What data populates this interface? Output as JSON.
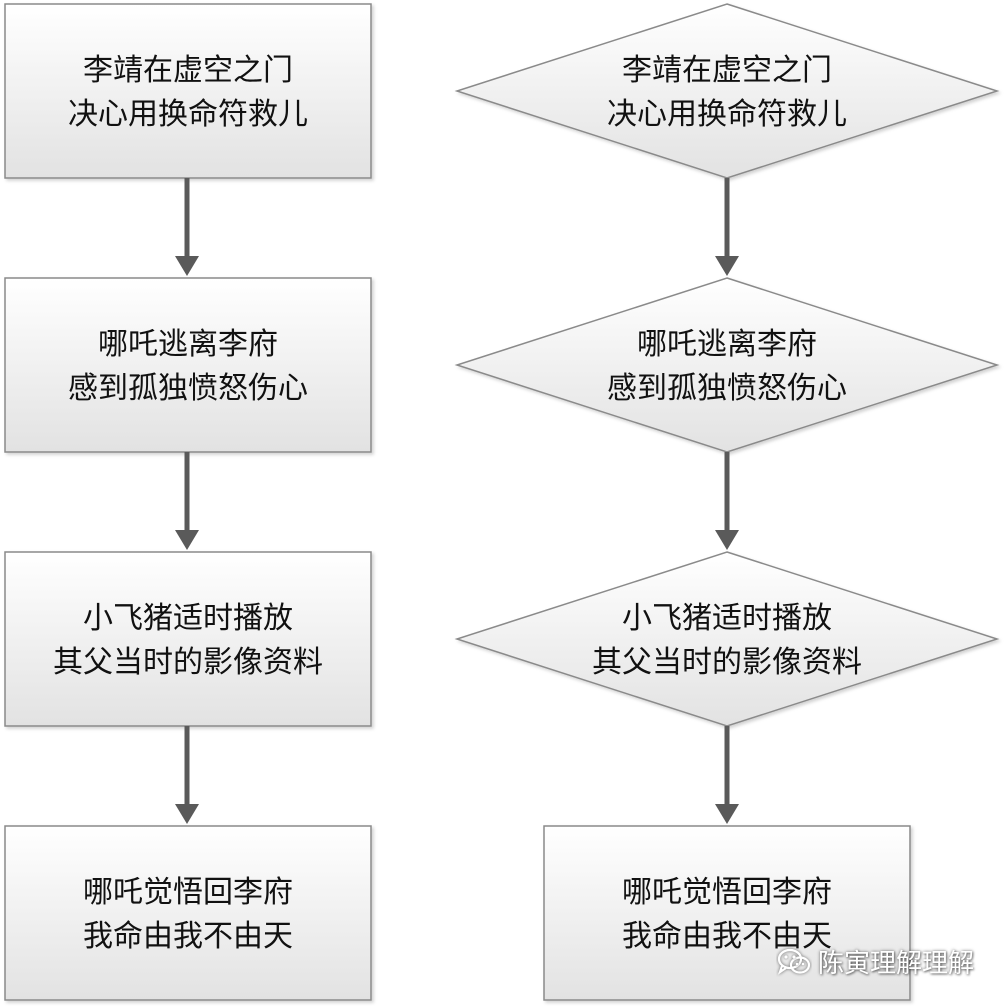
{
  "left_column": {
    "nodes": [
      {
        "line1": "李靖在虚空之门",
        "line2": "决心用换命符救儿"
      },
      {
        "line1": "哪吒逃离李府",
        "line2": "感到孤独愤怒伤心"
      },
      {
        "line1": "小飞猪适时播放",
        "line2": "其父当时的影像资料"
      },
      {
        "line1": "哪吒觉悟回李府",
        "line2": "我命由我不由天"
      }
    ]
  },
  "right_column": {
    "nodes": [
      {
        "line1": "李靖在虚空之门",
        "line2": "决心用换命符救儿"
      },
      {
        "line1": "哪吒逃离李府",
        "line2": "感到孤独愤怒伤心"
      },
      {
        "line1": "小飞猪适时播放",
        "line2": "其父当时的影像资料"
      },
      {
        "line1": "哪吒觉悟回李府",
        "line2": "我命由我不由天"
      }
    ]
  },
  "watermark": {
    "text": "陈寅理解理解",
    "icon": "wechat-icon"
  },
  "colors": {
    "fill_top": "#ffffff",
    "fill_bottom": "#e4e4e4",
    "stroke": "#8a8a8a",
    "arrow": "#5a5a5a",
    "text": "#111111"
  }
}
